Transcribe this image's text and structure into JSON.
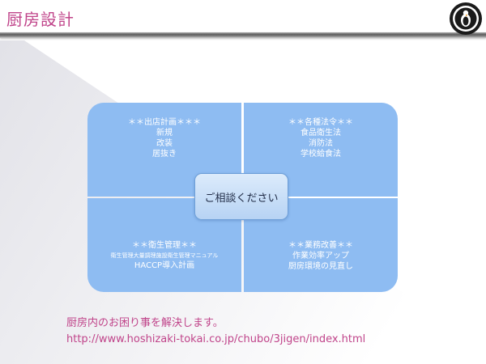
{
  "header": {
    "title": "厨房設計",
    "logo_icon": "hoshizaki-penguin-logo"
  },
  "matrix": {
    "top_left": {
      "heading": "＊＊出店計画＊＊＊",
      "lines": [
        "新規",
        "改装",
        "居抜き"
      ]
    },
    "top_right": {
      "heading": "＊＊各種法令＊＊",
      "lines": [
        "食品衛生法",
        "消防法",
        "学校給食法"
      ]
    },
    "bottom_left": {
      "heading": "＊＊衛生管理＊＊",
      "lines": [
        "衛生管理大量調理施設衛生管理マニュアル",
        "HACCP導入計画"
      ]
    },
    "bottom_right": {
      "heading": "＊＊業務改善＊＊",
      "lines": [
        "作業効率アップ",
        "厨房環境の見直し"
      ]
    },
    "center": "ご相談ください"
  },
  "footer": {
    "line1": "厨房内のお困り事を解決します。",
    "url": "http://www.hoshizaki-tokai.co.jp/chubo/3jigen/index.html"
  },
  "colors": {
    "title": "#c0448a",
    "quad": "#8ebcf2",
    "center": "#c8ddf6",
    "footer": "#c0448a"
  }
}
